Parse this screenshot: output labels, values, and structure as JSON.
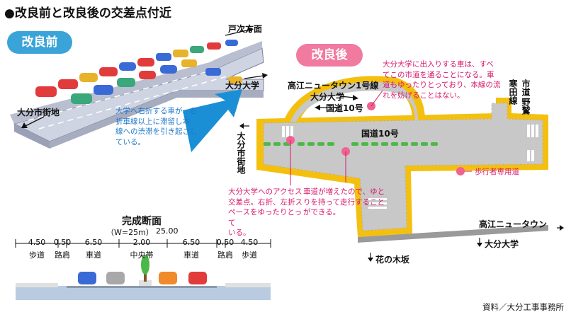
{
  "title": "●改良前と改良後の交差点付近",
  "before": {
    "badge": "改良前",
    "labels": {
      "toji": "戸次方面",
      "daigaku": "大分大学",
      "city": "大分市街地"
    },
    "note": [
      "大学へ右折する車が、右",
      "折車線以上に滞留し本",
      "線への渋滞を引き起こし",
      "ている。"
    ]
  },
  "after": {
    "badge": "改良後",
    "labels": {
      "takae1": "高江ニュータウン1号線",
      "daigaku_arc": "大分大学",
      "kokudo_arc": "国道10号",
      "kokudo": "国道10号",
      "city": "大分市街地",
      "shido1": "市道",
      "shido2": "寒田線",
      "shido3": "野鷲",
      "hanano": "花の木坂",
      "takae": "高江ニュータウン",
      "daigaku_bottom": "大分大学",
      "pedestrian": "歩行者専用道"
    },
    "note_top": [
      "大分大学に出入りする車は、すべ",
      "てこの市道を通ることになる。車",
      "道もゆったりとっており、本線の流",
      "れを妨げることはない。"
    ],
    "note_left": [
      "大分大学へのアクセス",
      "交差点。右折、左折ス",
      "ペースをゆったりとって",
      "いる。"
    ],
    "note_mid": [
      "車道が増えたので、ゆと",
      "りを持って走行すること",
      "ができる。"
    ]
  },
  "section": {
    "title": "完成断面",
    "width_label": "（W=25m）",
    "total": "25.00",
    "widths": [
      "4.50",
      "0.50",
      "6.50",
      "2.00",
      "6.50",
      "0.50",
      "4.50"
    ],
    "names": [
      "歩道",
      "路肩",
      "車道",
      "中央帯",
      "車道",
      "路肩",
      "歩道"
    ]
  },
  "source": "資料／大分工事事務所",
  "colors": {
    "road_before": "#dfe3ee",
    "border": "#f2b705",
    "before_badge": "#3aa4d8",
    "after_badge": "#f07aa0",
    "arrow": "#1a8fd6",
    "note_pink": "#d8176a",
    "note_blue": "#1f78c8"
  },
  "icons": [
    "arrow-right-icon",
    "arrow-left-icon",
    "arrow-down-icon",
    "big-transition-arrow-icon",
    "car-icon",
    "tree-icon",
    "marker-dot-icon"
  ]
}
